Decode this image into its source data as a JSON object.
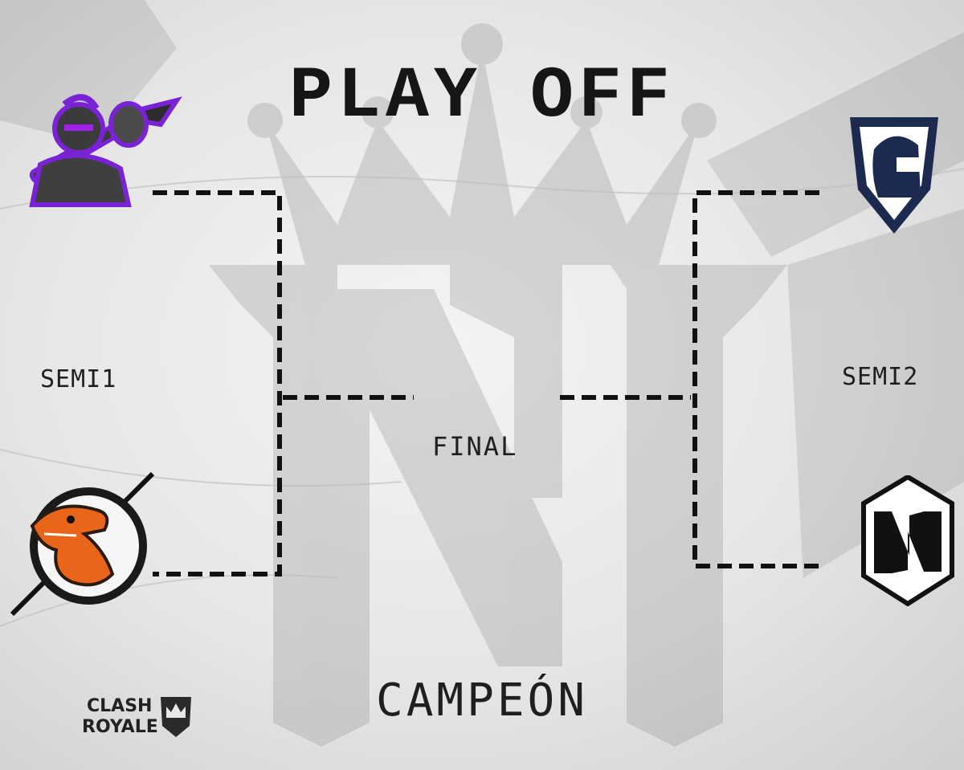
{
  "title": "PLAY OFF",
  "labels": {
    "semi1": "SEMI1",
    "semi2": "SEMI2",
    "final": "FINAL",
    "champion": "CAMPEÓN"
  },
  "branding": {
    "clash": "CLASH",
    "royale": "ROYALE"
  },
  "teams": [
    {
      "slot": "semi1-top",
      "icon": "purple-knight-logo"
    },
    {
      "slot": "semi1-bottom",
      "icon": "orange-dinosaur-logo"
    },
    {
      "slot": "semi2-top",
      "icon": "navy-knight-helmet-logo"
    },
    {
      "slot": "semi2-bottom",
      "icon": "nh-monogram-logo"
    }
  ],
  "colors": {
    "bracket": "#111111",
    "knight_purple": "#7a22d6",
    "dino_orange": "#e8651a",
    "navy": "#1c2a4f"
  }
}
